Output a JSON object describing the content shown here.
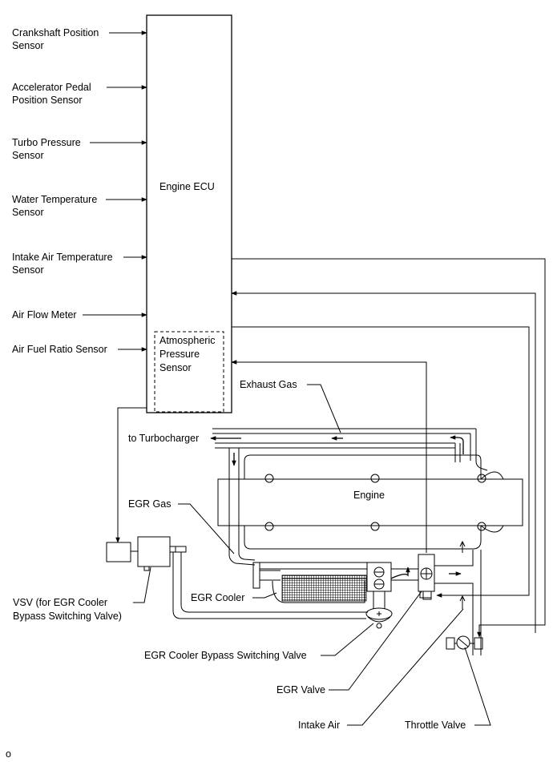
{
  "ecu": {
    "title": "Engine ECU",
    "atm_sensor": [
      "Atmospheric",
      "Pressure",
      "Sensor"
    ]
  },
  "inputs": [
    [
      "Crankshaft Position",
      "Sensor"
    ],
    [
      "Accelerator Pedal",
      "Position Sensor"
    ],
    [
      "Turbo Pressure",
      "Sensor"
    ],
    [
      "Water Temperature",
      "Sensor"
    ],
    [
      "Intake Air Temperature",
      "Sensor"
    ],
    [
      "Air Flow Meter"
    ],
    [
      "Air Fuel Ratio Sensor"
    ]
  ],
  "labels": {
    "exhaust_gas": "Exhaust Gas",
    "to_turbocharger": "to Turbocharger",
    "engine": "Engine",
    "egr_gas": "EGR Gas",
    "vsv": [
      "VSV (for EGR Cooler",
      "Bypass Switching Valve)"
    ],
    "egr_cooler": "EGR Cooler",
    "bypass_valve": "EGR Cooler Bypass Switching Valve",
    "egr_valve": "EGR Valve",
    "intake_air": "Intake Air",
    "throttle_valve": "Throttle Valve"
  },
  "footer_mark": "o",
  "colors": {
    "line": "#000000",
    "background": "#ffffff"
  }
}
